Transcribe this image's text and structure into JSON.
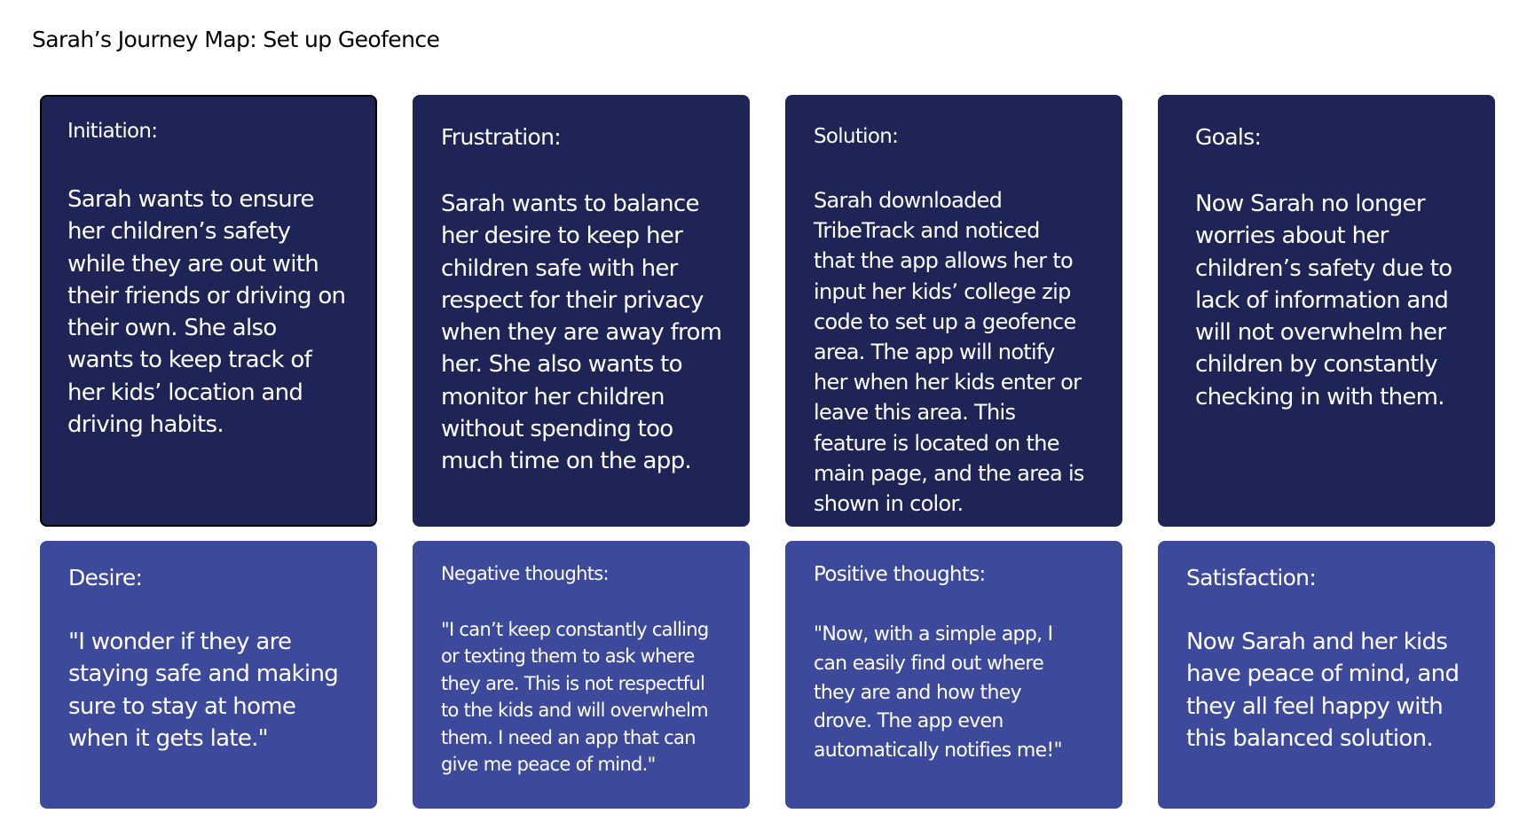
{
  "title": "Sarah’s Journey Map: Set up Geofence",
  "top_row": [
    {
      "heading": "Initiation:",
      "lines": [
        "Sarah wants to ensure",
        "her children’s safety",
        "while they are out with",
        "their friends or driving on",
        "their own. She also",
        "wants to keep track of",
        "her kids’ location and",
        "driving habits."
      ]
    },
    {
      "heading": "Frustration:",
      "lines": [
        "Sarah wants to balance",
        "her desire to keep her",
        "children safe with her",
        "respect for their privacy",
        "when they are away from",
        "her. She also wants to",
        "monitor her children",
        "without spending too",
        "much time on the app."
      ]
    },
    {
      "heading": "Solution:",
      "lines": [
        "Sarah downloaded",
        "TribeTrack and noticed",
        "that the app allows her to",
        "input her kids’ college zip",
        "code to set up a geofence",
        "area. The app will notify",
        "her when her kids enter or",
        "leave this area. This",
        "feature is located on the",
        "main page, and the area is",
        "shown in color."
      ]
    },
    {
      "heading": "Goals:",
      "lines": [
        "Now Sarah no longer",
        "worries about her",
        "children’s safety due to",
        "lack of information and",
        "will not overwhelm her",
        "children by constantly",
        "checking in with them."
      ]
    }
  ],
  "bottom_row": [
    {
      "heading": "Desire:",
      "lines": [
        "\"I wonder if they are",
        "staying safe and making",
        "sure to stay at home",
        "when it gets late.\""
      ]
    },
    {
      "heading": "Negative thoughts:",
      "lines": [
        "\"I can’t keep constantly calling",
        "or texting them to ask where",
        "they are. This is not respectful",
        "to the kids and will overwhelm",
        "them. I need an app that can",
        "give me peace of mind.\""
      ]
    },
    {
      "heading": "Positive thoughts:",
      "lines": [
        "\"Now, with a simple app, I",
        "can easily find out where",
        "they are and how they",
        "drove. The app even",
        "automatically notifies me!\""
      ]
    },
    {
      "heading": "Satisfaction:",
      "lines": [
        "Now Sarah and her kids",
        "have peace of mind, and",
        "they all feel happy with",
        "this balanced solution."
      ]
    }
  ],
  "colors": {
    "top_card": "#1e2455",
    "bottom_card": "#3d4a9b",
    "text": "#ffffff",
    "title": "#000000"
  }
}
